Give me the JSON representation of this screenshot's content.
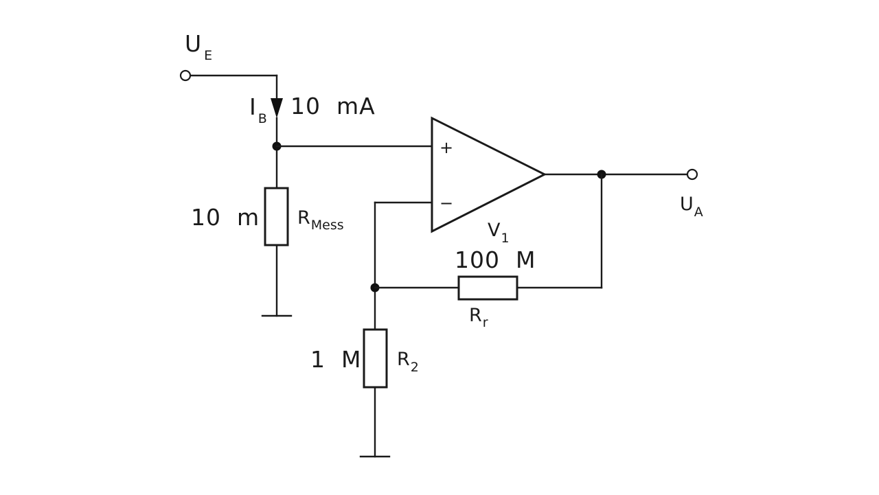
{
  "terminals": {
    "input": {
      "name": "U",
      "sub": "E"
    },
    "output": {
      "name": "U",
      "sub": "A"
    }
  },
  "current_source": {
    "name": "I",
    "sub": "B",
    "value": "10  mA"
  },
  "opamp": {
    "name": "V",
    "sub": "1",
    "plus": "+",
    "minus": "−"
  },
  "resistors": {
    "r_mess": {
      "name": "R",
      "sub": "Mess",
      "value": "10  m"
    },
    "r_r": {
      "name": "R",
      "sub": "r",
      "value": "100  M"
    },
    "r_2": {
      "name": "R",
      "sub": "2",
      "value": "1  M"
    }
  },
  "colors": {
    "line": "#1a1a1a",
    "background": "#ffffff"
  }
}
